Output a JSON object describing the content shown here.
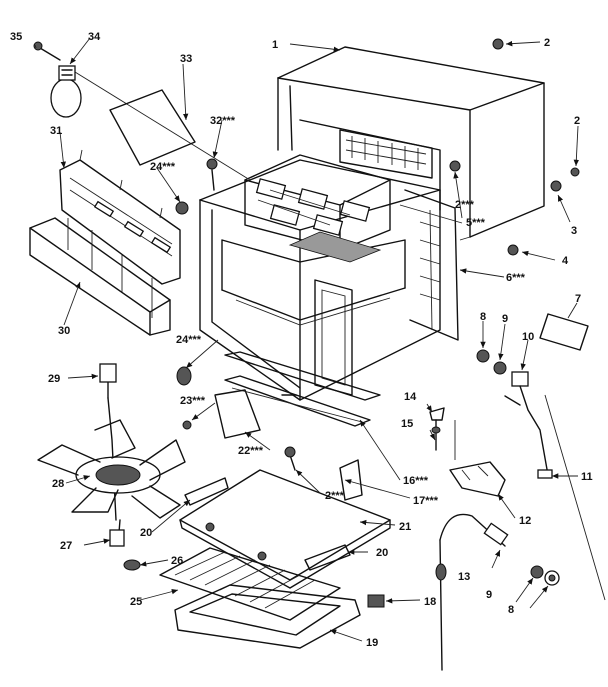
{
  "diagram": {
    "labels": {
      "l1": "1",
      "l2a": "2",
      "l2b": "2",
      "l2c": "2***",
      "l2d": "2***",
      "l3": "3",
      "l4": "4",
      "l5": "5***",
      "l6": "6***",
      "l7": "7",
      "l8a": "8",
      "l8b": "8",
      "l9a": "9",
      "l9b": "9",
      "l10": "10",
      "l11": "11",
      "l12": "12",
      "l13": "13",
      "l14": "14",
      "l15": "15",
      "l16": "16***",
      "l17": "17***",
      "l18": "18",
      "l19": "19",
      "l20a": "20",
      "l20b": "20",
      "l21": "21",
      "l22": "22***",
      "l23": "23***",
      "l24a": "24***",
      "l24b": "24***",
      "l25": "25",
      "l26": "26",
      "l27": "27",
      "l28": "28",
      "l29": "29",
      "l30": "30",
      "l31": "31",
      "l32": "32***",
      "l33": "33",
      "l34": "34",
      "l35": "35"
    }
  }
}
